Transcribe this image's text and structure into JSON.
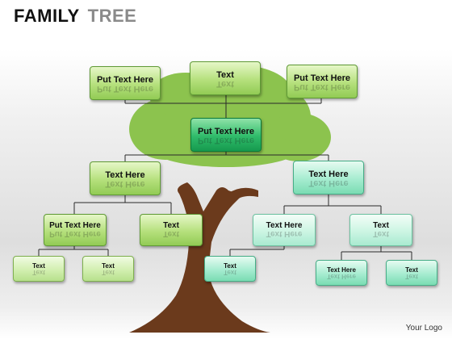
{
  "title": {
    "word1": "FAMILY",
    "word2": "TREE"
  },
  "footer": {
    "logo": "Your Logo"
  },
  "nodes": {
    "top_left": {
      "label": "Put Text Here"
    },
    "top_center": {
      "label": "Text"
    },
    "top_right": {
      "label": "Put Text Here"
    },
    "center": {
      "label": "Put Text Here"
    },
    "mid_left": {
      "label": "Text Here"
    },
    "mid_right": {
      "label": "Text Here"
    },
    "row3_a": {
      "label": "Put Text Here"
    },
    "row3_b": {
      "label": "Text"
    },
    "row3_c": {
      "label": "Text Here"
    },
    "row3_d": {
      "label": "Text"
    },
    "leaf_a": {
      "label": "Text"
    },
    "leaf_b": {
      "label": "Text"
    },
    "leaf_c": {
      "label": "Text"
    },
    "leaf_d": {
      "label": "Text Here"
    },
    "leaf_e": {
      "label": "Text"
    }
  },
  "colors": {
    "foliage": "#8cc34e",
    "trunk": "#6b3a1c",
    "connector": "#2a2a2a",
    "node_green": "#b5e07c",
    "node_dark_green": "#2fbb6a",
    "node_mint": "#a6ecd0"
  }
}
